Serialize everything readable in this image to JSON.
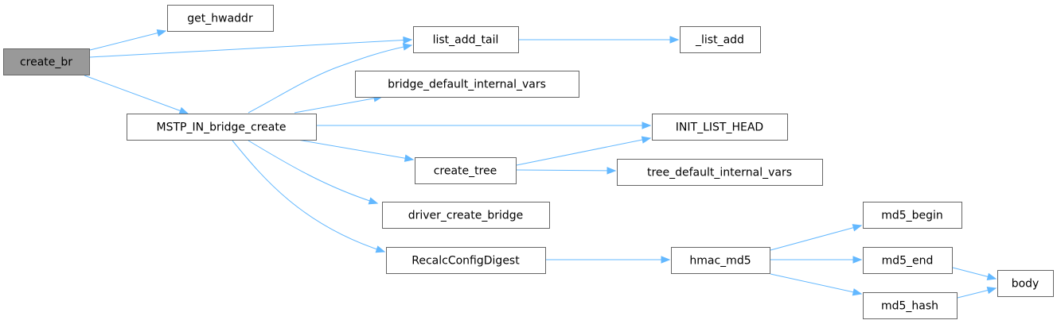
{
  "graph": {
    "nodes": [
      {
        "id": "create_br",
        "label": "create_br",
        "root": true
      },
      {
        "id": "get_hwaddr",
        "label": "get_hwaddr"
      },
      {
        "id": "list_add_tail",
        "label": "list_add_tail"
      },
      {
        "id": "_list_add",
        "label": "_list_add"
      },
      {
        "id": "bridge_default_internal_vars",
        "label": "bridge_default_internal_vars"
      },
      {
        "id": "MSTP_IN_bridge_create",
        "label": "MSTP_IN_bridge_create"
      },
      {
        "id": "INIT_LIST_HEAD",
        "label": "INIT_LIST_HEAD"
      },
      {
        "id": "create_tree",
        "label": "create_tree"
      },
      {
        "id": "tree_default_internal_vars",
        "label": "tree_default_internal_vars"
      },
      {
        "id": "driver_create_bridge",
        "label": "driver_create_bridge"
      },
      {
        "id": "md5_begin",
        "label": "md5_begin"
      },
      {
        "id": "RecalcConfigDigest",
        "label": "RecalcConfigDigest"
      },
      {
        "id": "hmac_md5",
        "label": "hmac_md5"
      },
      {
        "id": "md5_end",
        "label": "md5_end"
      },
      {
        "id": "body",
        "label": "body"
      },
      {
        "id": "md5_hash",
        "label": "md5_hash"
      }
    ],
    "edges": [
      {
        "from": "create_br",
        "to": "get_hwaddr"
      },
      {
        "from": "create_br",
        "to": "list_add_tail"
      },
      {
        "from": "create_br",
        "to": "MSTP_IN_bridge_create"
      },
      {
        "from": "list_add_tail",
        "to": "_list_add"
      },
      {
        "from": "MSTP_IN_bridge_create",
        "to": "list_add_tail"
      },
      {
        "from": "MSTP_IN_bridge_create",
        "to": "bridge_default_internal_vars"
      },
      {
        "from": "MSTP_IN_bridge_create",
        "to": "INIT_LIST_HEAD"
      },
      {
        "from": "MSTP_IN_bridge_create",
        "to": "create_tree"
      },
      {
        "from": "MSTP_IN_bridge_create",
        "to": "driver_create_bridge"
      },
      {
        "from": "MSTP_IN_bridge_create",
        "to": "RecalcConfigDigest"
      },
      {
        "from": "create_tree",
        "to": "INIT_LIST_HEAD"
      },
      {
        "from": "create_tree",
        "to": "tree_default_internal_vars"
      },
      {
        "from": "RecalcConfigDigest",
        "to": "hmac_md5"
      },
      {
        "from": "hmac_md5",
        "to": "md5_begin"
      },
      {
        "from": "hmac_md5",
        "to": "md5_end"
      },
      {
        "from": "hmac_md5",
        "to": "md5_hash"
      },
      {
        "from": "md5_end",
        "to": "body"
      },
      {
        "from": "md5_hash",
        "to": "body"
      }
    ]
  },
  "colors": {
    "edge": "#63b8ff",
    "node_border": "#666666",
    "root_fill": "#999999",
    "node_fill": "#ffffff"
  }
}
